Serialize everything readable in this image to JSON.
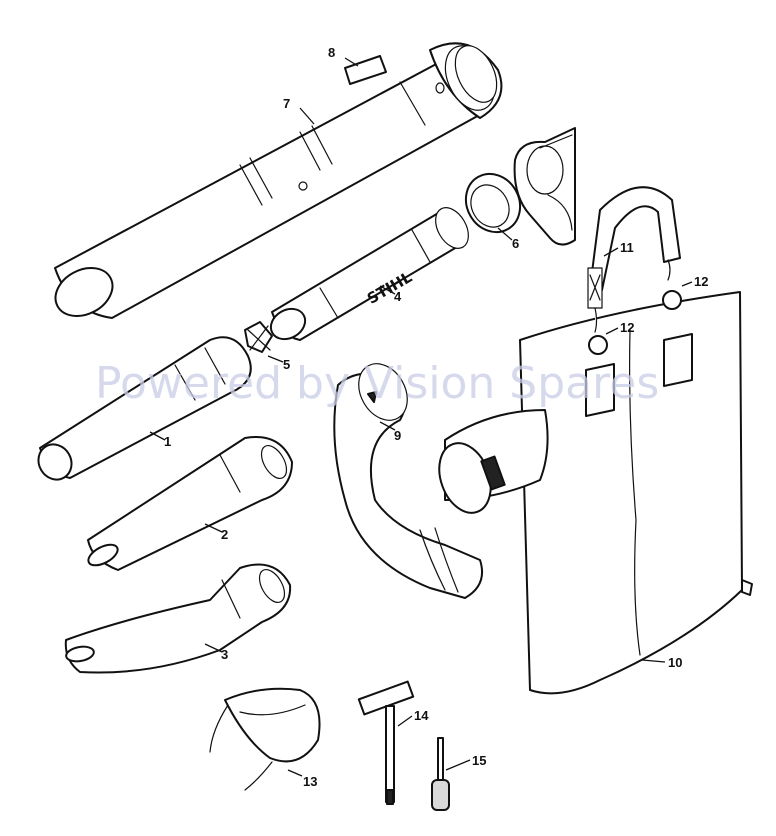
{
  "watermark": "Powered by Vision Spares",
  "brand_label": "STIHL",
  "callouts": [
    {
      "id": "1",
      "label": "1"
    },
    {
      "id": "2",
      "label": "2"
    },
    {
      "id": "3",
      "label": "3"
    },
    {
      "id": "4",
      "label": "4"
    },
    {
      "id": "5",
      "label": "5"
    },
    {
      "id": "6",
      "label": "6"
    },
    {
      "id": "7",
      "label": "7"
    },
    {
      "id": "8",
      "label": "8"
    },
    {
      "id": "9",
      "label": "9"
    },
    {
      "id": "10",
      "label": "10"
    },
    {
      "id": "11",
      "label": "11"
    },
    {
      "id": "12a",
      "label": "12"
    },
    {
      "id": "12b",
      "label": "12"
    },
    {
      "id": "13",
      "label": "13"
    },
    {
      "id": "14",
      "label": "14"
    },
    {
      "id": "15",
      "label": "15"
    }
  ]
}
